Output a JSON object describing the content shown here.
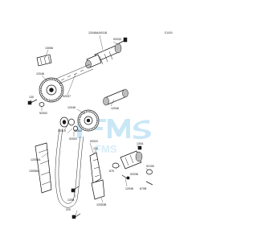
{
  "diagram": {
    "reference_code": "E1000",
    "watermark": {
      "letters": "FMS"
    },
    "labels": {
      "p12046_49118": "12046A/49118",
      "p92033": "92033",
      "p13056": "13056",
      "p12046_top": "12046",
      "p92037": "92037",
      "p130": "130",
      "p92002_left": "92002",
      "p12046_mid": "12046",
      "p12046_right": "12046",
      "p39115": "39115",
      "p92110": "92110",
      "p92002_lower": "92002",
      "p92022": "92022",
      "p120": "120",
      "p13056A": "13056A",
      "p130A": "130A",
      "p670": "670",
      "p92150": "92150",
      "p92036": "92036",
      "p670B": "670B",
      "p12048": "12048",
      "p12053A": "12053A",
      "p12053B": "12053B",
      "p130B": "130B",
      "p220": "220"
    }
  }
}
